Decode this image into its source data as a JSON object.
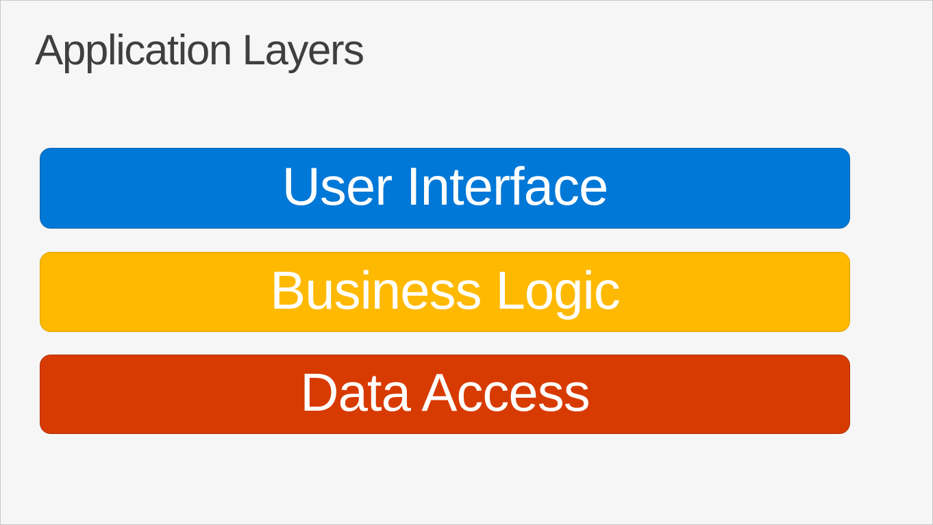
{
  "slide": {
    "title": "Application Layers",
    "layers": [
      {
        "label": "User Interface",
        "fill": "#0078D7",
        "stroke": "#0D62A9"
      },
      {
        "label": "Business Logic",
        "fill": "#FFB900",
        "stroke": "#E09F00"
      },
      {
        "label": "Data Access",
        "fill": "#D83B01",
        "stroke": "#AE2F01"
      }
    ],
    "colors": {
      "background": "#F6F6F6",
      "page_border": "#C6C6C6",
      "title_text": "#3F3F3F",
      "layer_text": "#FFFFFF"
    }
  }
}
